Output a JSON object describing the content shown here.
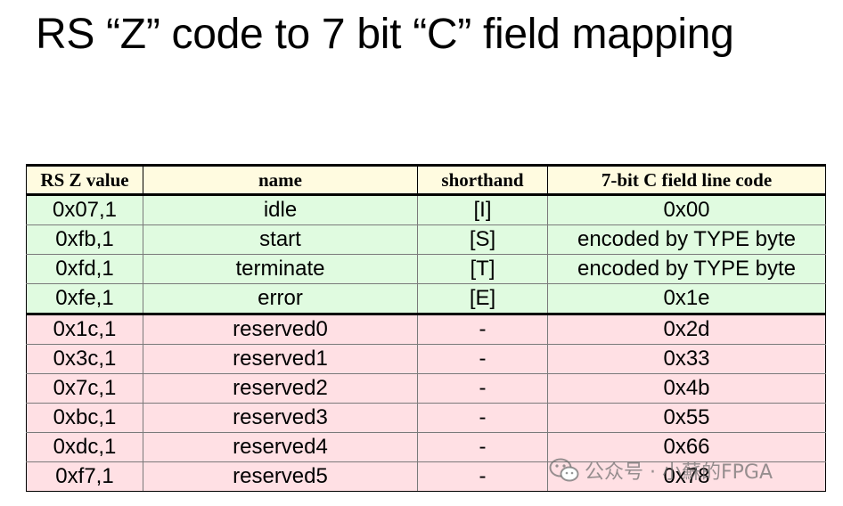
{
  "slide": {
    "title": "RS “Z” code to 7 bit “C” field mapping"
  },
  "table": {
    "headers": [
      "RS Z value",
      "name",
      "shorthand",
      "7-bit C field line code"
    ],
    "rows": [
      {
        "z": "0x07,1",
        "name": "idle",
        "shorthand": "[I]",
        "code": "0x00"
      },
      {
        "z": "0xfb,1",
        "name": "start",
        "shorthand": "[S]",
        "code": "encoded by TYPE byte"
      },
      {
        "z": "0xfd,1",
        "name": "terminate",
        "shorthand": "[T]",
        "code": "encoded by TYPE byte"
      },
      {
        "z": "0xfe,1",
        "name": "error",
        "shorthand": "[E]",
        "code": "0x1e"
      },
      {
        "z": "0x1c,1",
        "name": "reserved0",
        "shorthand": "-",
        "code": "0x2d"
      },
      {
        "z": "0x3c,1",
        "name": "reserved1",
        "shorthand": "-",
        "code": "0x33"
      },
      {
        "z": "0x7c,1",
        "name": "reserved2",
        "shorthand": "-",
        "code": "0x4b"
      },
      {
        "z": "0xbc,1",
        "name": "reserved3",
        "shorthand": "-",
        "code": "0x55"
      },
      {
        "z": "0xdc,1",
        "name": "reserved4",
        "shorthand": "-",
        "code": "0x66"
      },
      {
        "z": "0xf7,1",
        "name": "reserved5",
        "shorthand": "-",
        "code": "0x78"
      }
    ]
  },
  "colors": {
    "header_bg": "#fffbe0",
    "control_row_bg": "#e0fbe0",
    "reserved_row_bg": "#ffe0e4"
  },
  "watermark": {
    "icon": "wechat-icon",
    "text": "公众号 · 小蘇的FPGA"
  }
}
